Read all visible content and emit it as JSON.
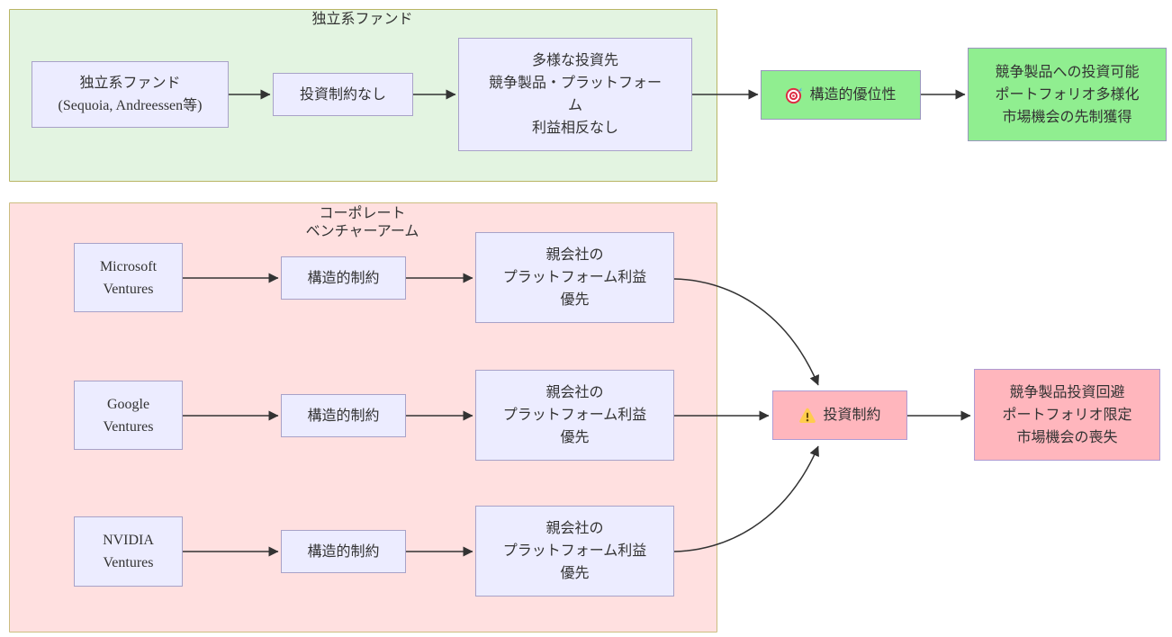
{
  "colors": {
    "independent_bg": "#e3f4e1",
    "independent_border": "#b9b565",
    "corporate_bg": "#ffe0e0",
    "corporate_border": "#ccbd80",
    "node_bg": "#ececff",
    "node_border": "#a8a2c8",
    "advantage_bg": "#90ee90",
    "risk_bg": "#ffb6bd",
    "colored_node_border": "#ae9bd3",
    "edge": "#333333",
    "text": "#333333",
    "warning_icon_yellow": "#ffcc4d",
    "target_icon_red": "#dd2e44"
  },
  "independent": {
    "title": "独立系ファンド",
    "fund": [
      "独立系ファンド",
      "(Sequoia, Andreessen等)"
    ],
    "no_constraint": "投資制約なし",
    "targets": [
      "多様な投資先",
      "競争製品・プラットフォー",
      "ム",
      "利益相反なし"
    ],
    "advantage_label": "構造的優位性",
    "advantage_icon": "target-icon",
    "result": [
      "競争製品への投資可能",
      "ポートフォリオ多様化",
      "市場機会の先制獲得"
    ]
  },
  "corporate": {
    "title": [
      "コーポレート",
      "ベンチャーアーム"
    ],
    "rows": [
      {
        "company": [
          "Microsoft",
          "Ventures"
        ],
        "constraint": "構造的制約",
        "priority": [
          "親会社の",
          "プラットフォーム利益",
          "優先"
        ]
      },
      {
        "company": [
          "Google",
          "Ventures"
        ],
        "constraint": "構造的制約",
        "priority": [
          "親会社の",
          "プラットフォーム利益",
          "優先"
        ]
      },
      {
        "company": [
          "NVIDIA",
          "Ventures"
        ],
        "constraint": "構造的制約",
        "priority": [
          "親会社の",
          "プラットフォーム利益",
          "優先"
        ]
      }
    ],
    "risk_label": "投資制約",
    "risk_icon": "warning-icon",
    "result": [
      "競争製品投資回避",
      "ポートフォリオ限定",
      "市場機会の喪失"
    ]
  }
}
